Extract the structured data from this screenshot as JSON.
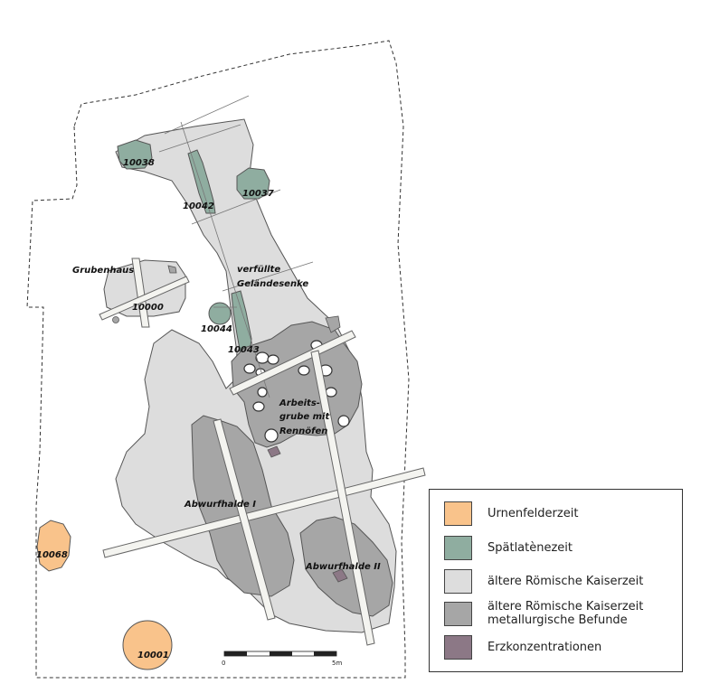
{
  "colors": {
    "urnenfelderzeit": "#f9c38b",
    "spaetlatene": "#8fada0",
    "aeltere_rkz": "#dddddd",
    "metallurgisch": "#a6a6a6",
    "erz": "#8c7886",
    "outline": "#555555",
    "trench": "#f4f4f0"
  },
  "labels": {
    "f10038": "10038",
    "f10037": "10037",
    "f10042": "10042",
    "grubenhaus": "Grubenhaus",
    "f10000": "10000",
    "senke1": "verfüllte",
    "senke2": "Geländesenke",
    "f10044": "10044",
    "f10043": "10043",
    "arbeit1": "Arbeits-",
    "arbeit2": "grube mit",
    "arbeit3": "Rennöfen",
    "abwurf1": "Abwurfhalde I",
    "abwurf2": "Abwurfhalde II",
    "f10068": "10068",
    "f10001": "10001"
  },
  "scalebar": {
    "start": "0",
    "end": "5m"
  },
  "legend": [
    {
      "label": "Urnenfelderzeit",
      "color": "#f9c38b"
    },
    {
      "label": "Spätlatènezeit",
      "color": "#8fada0"
    },
    {
      "label": "ältere Römische Kaiserzeit",
      "color": "#dddddd"
    },
    {
      "label": "ältere Römische Kaiserzeit\nmetallurgische Befunde",
      "color": "#a6a6a6"
    },
    {
      "label": "Erzkonzentrationen",
      "color": "#8c7886"
    }
  ]
}
